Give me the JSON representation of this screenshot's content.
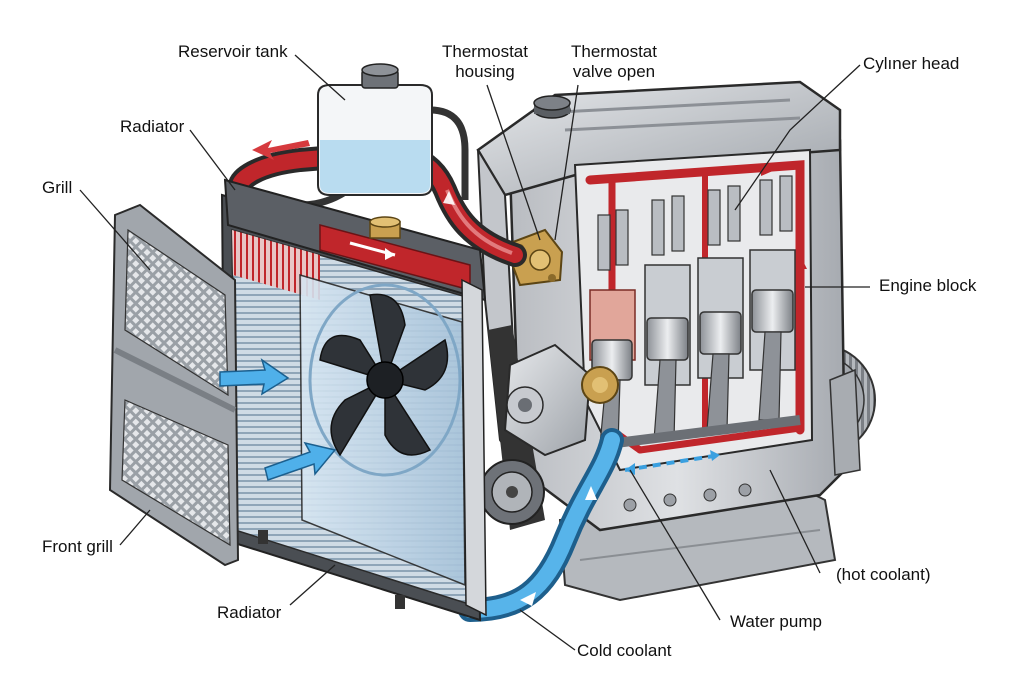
{
  "labels": {
    "reservoir_tank": "Reservoir tank",
    "thermostat_housing_line1": "Thermostat",
    "thermostat_housing_line2": "housing",
    "thermostat_valve_line1": "Thermostat",
    "thermostat_valve_line2": "valve open",
    "cylinder_head": "Cylıner head",
    "radiator_top": "Radiator",
    "grill": "Grill",
    "engine_block": "Engine block",
    "front_grill": "Front grill",
    "hot_coolant": "(hot coolant)",
    "radiator_bottom": "Radiator",
    "water_pump": "Water pump",
    "cold_coolant": "Cold coolant"
  },
  "colors": {
    "hot": "#c0262b",
    "cold": "#3aa0e0",
    "metal": "#c9ccd1",
    "dark_metal": "#6e7278",
    "outline": "#2a2a2a"
  }
}
